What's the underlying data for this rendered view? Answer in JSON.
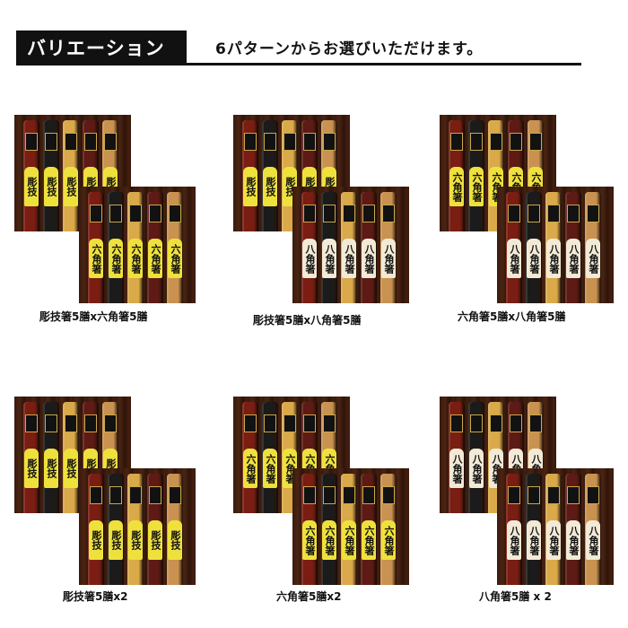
{
  "header": {
    "badge": "バリエーション",
    "subtitle": "6パターンからお選びいただけます。"
  },
  "variations": [
    {
      "caption": "彫技箸5膳x六角箸5膳",
      "back": "彫技",
      "front": "六角箸"
    },
    {
      "caption": "彫技箸5膳x八角箸5膳",
      "back": "彫技",
      "front": "八角箸"
    },
    {
      "caption": "六角箸5膳x八角箸5膳",
      "back": "六角箸",
      "front": "八角箸"
    },
    {
      "caption": "彫技箸5膳x2",
      "back": "彫技",
      "front": "彫技"
    },
    {
      "caption": "六角箸5膳x2",
      "back": "六角箸",
      "front": "六角箸"
    },
    {
      "caption": "八角箸5膳 x 2",
      "back": "八角箸",
      "front": "八角箸"
    }
  ],
  "colors": {
    "stick_woods": [
      "#7a1d12",
      "#1b1b1b",
      "#d9a94a",
      "#5e1a14",
      "#c99250"
    ],
    "label_yellow": "#efe13c",
    "label_cream": "#f2ead6",
    "badge_bg": "#111111"
  }
}
